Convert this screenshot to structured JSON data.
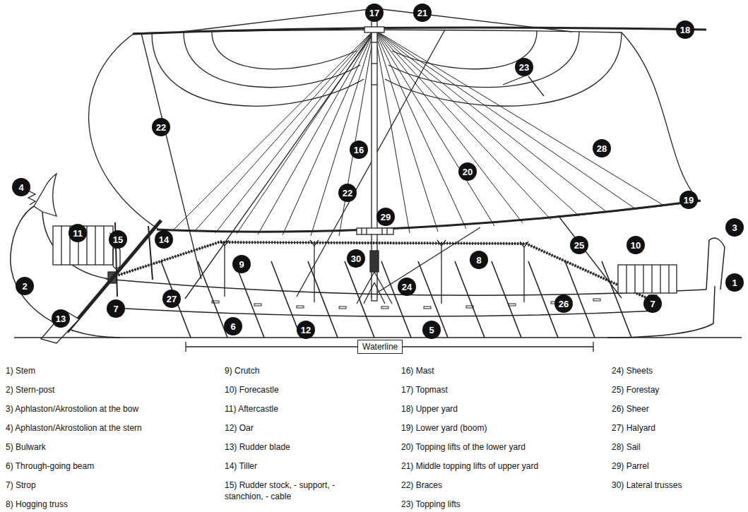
{
  "diagram": {
    "nodes": [
      {
        "text": [
          "17"
        ]
      },
      {
        "text": [
          "21"
        ]
      },
      {
        "text": [
          "18"
        ]
      },
      {
        "text": [
          "23"
        ]
      },
      {
        "text": [
          "22"
        ]
      },
      {
        "text": [
          "16"
        ]
      },
      {
        "text": [
          "28"
        ]
      },
      {
        "text": [
          "20"
        ]
      },
      {
        "text": [
          "4"
        ]
      },
      {
        "text": [
          "22"
        ]
      },
      {
        "text": [
          "19"
        ]
      },
      {
        "text": [
          "29"
        ]
      },
      {
        "text": [
          "3"
        ]
      },
      {
        "text": [
          "11"
        ]
      },
      {
        "text": [
          "15"
        ]
      },
      {
        "text": [
          "14"
        ]
      },
      {
        "text": [
          "10"
        ]
      },
      {
        "text": [
          "25"
        ]
      },
      {
        "text": [
          "30"
        ]
      },
      {
        "text": [
          "8"
        ]
      },
      {
        "text": [
          "9"
        ]
      },
      {
        "text": [
          "1"
        ]
      },
      {
        "text": [
          "2"
        ]
      },
      {
        "text": [
          "24"
        ]
      },
      {
        "text": [
          "27"
        ]
      },
      {
        "text": [
          "7"
        ]
      },
      {
        "text": [
          "26"
        ]
      },
      {
        "text": [
          "7"
        ]
      },
      {
        "text": [
          "13"
        ]
      },
      {
        "text": [
          "6"
        ]
      },
      {
        "text": [
          "12"
        ]
      },
      {
        "text": [
          "5"
        ]
      }
    ],
    "labels": [
      "Waterline",
      "1) Stem",
      "2) Stern-post",
      "3) Aphlaston/Akrostolion at the bow",
      "4) Aphlaston/Akrostolion at the stern",
      "5) Bulwark",
      "6) Through-going beam",
      "7) Strop",
      "8) Hogging truss",
      "9) Crutch",
      "10) Forecastle",
      "11) Aftercastle",
      "12) Oar",
      "13) Rudder blade",
      "14) Tiller",
      "15) Rudder stock, - support, - stanchion, - cable",
      "16) Mast",
      "17) Topmast",
      "18) Upper yard",
      "19) Lower yard (boom)",
      "20) Topping lifts of the lower yard",
      "21) Middle topping lifts of upper yard",
      "22) Braces",
      "23) Topping lifts",
      "24) Sheets",
      "25) Forestay",
      "26) Sheer",
      "27) Halyard",
      "28) Sail",
      "29) Parrel",
      "30) Lateral trusses"
    ]
  }
}
